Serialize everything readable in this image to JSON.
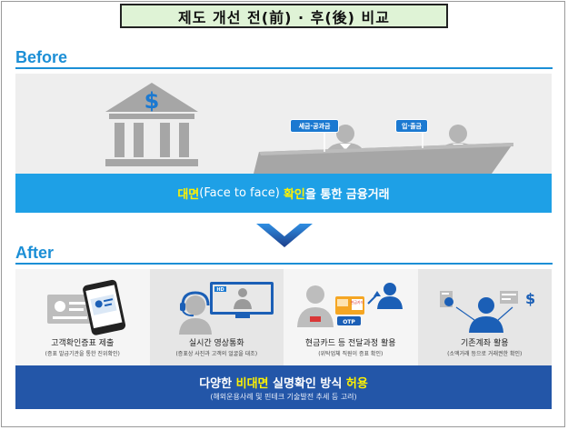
{
  "title": "제도 개선 전(前) · 후(後) 비교",
  "before": {
    "label": "Before",
    "tags": [
      "세금·공과금",
      "입·출금"
    ],
    "bar": {
      "hl1": "대면",
      "plain1": "(Face to face) ",
      "hl2": "확인",
      "plain2": "을 통한 금융거래"
    }
  },
  "after": {
    "label": "After",
    "panels": [
      {
        "title": "고객확인증표 제출",
        "sub": "(증표 발급기관을 통한 진위확인)"
      },
      {
        "title": "실시간 영상통화",
        "sub": "(증표상 사진과 고객의 얼굴을 대조)"
      },
      {
        "title": "현금카드 등 전달과정 활용",
        "sub": "(위탁업체 직원이 증표 확인)"
      },
      {
        "title": "기존계좌 활용",
        "sub": "(소액거래 등으로 거래권한 확인)"
      }
    ],
    "icon_texts": {
      "card": "현금카드",
      "otp": "OTP",
      "video": "HD"
    },
    "bar": {
      "pre": "다양한 ",
      "hl": "비대면",
      "mid": " 실명확인 방식 ",
      "post": "허용",
      "sub": "(해외운용사례 및 핀테크 기술발전 추세 등 고려)"
    }
  },
  "colors": {
    "accent": "#1c8fd6",
    "bar_before": "#1ea0e6",
    "bar_after": "#2356a8",
    "highlight": "#fff200",
    "icon_blue": "#1b5fb6"
  }
}
